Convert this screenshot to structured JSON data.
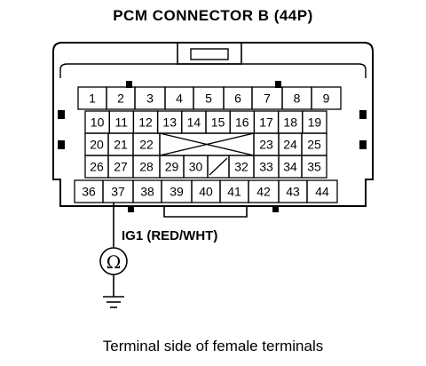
{
  "title": "PCM CONNECTOR B (44P)",
  "caption": "Terminal side of female terminals",
  "wire_label": "IG1 (RED/WHT)",
  "meter_symbol": "Ω",
  "rows": [
    [
      "1",
      "2",
      "3",
      "4",
      "5",
      "6",
      "7",
      "8",
      "9"
    ],
    [
      "10",
      "11",
      "12",
      "13",
      "14",
      "15",
      "16",
      "17",
      "18",
      "19"
    ],
    [
      "20",
      "21",
      "22",
      "23",
      "24",
      "25"
    ],
    [
      "26",
      "27",
      "28",
      "29",
      "30",
      "32",
      "33",
      "34",
      "35"
    ],
    [
      "36",
      "37",
      "38",
      "39",
      "40",
      "41",
      "42",
      "43",
      "44"
    ]
  ]
}
